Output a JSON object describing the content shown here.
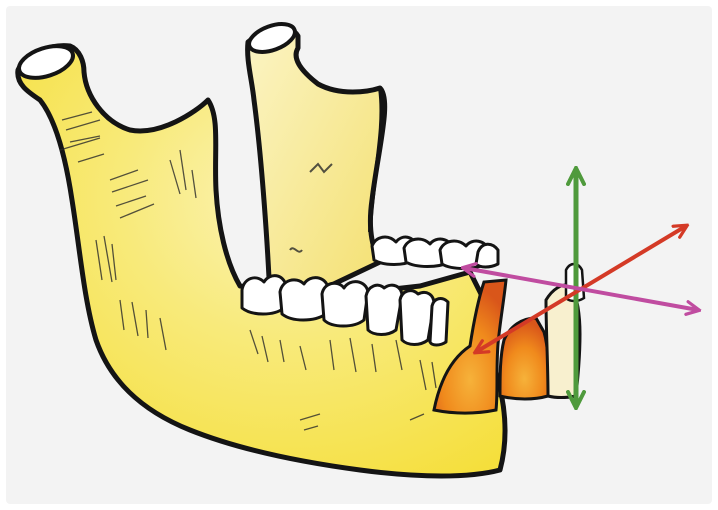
{
  "figure": {
    "subject": "mandible",
    "colors": {
      "background": "#ffffff",
      "panel": "#f3f3f3",
      "bone": "#f5df3c",
      "bone_light": "#f8ea7a",
      "bone_highlight": "#fbf3b8",
      "outline": "#141414",
      "tooth": "#ffffff",
      "graft_orange": "#f08a1c",
      "graft_red": "#d9561a",
      "graft_cream": "#f8f0cf",
      "arrow_vertical": "#4f9a3c",
      "arrow_oblique": "#d43a26",
      "arrow_horizontal": "#c04ca0"
    },
    "arrows": [
      {
        "id": "vertical",
        "color_key": "arrow_vertical",
        "direction": "bidirectional"
      },
      {
        "id": "oblique",
        "color_key": "arrow_oblique",
        "direction": "bidirectional"
      },
      {
        "id": "horizontal",
        "color_key": "arrow_horizontal",
        "direction": "bidirectional"
      }
    ]
  }
}
